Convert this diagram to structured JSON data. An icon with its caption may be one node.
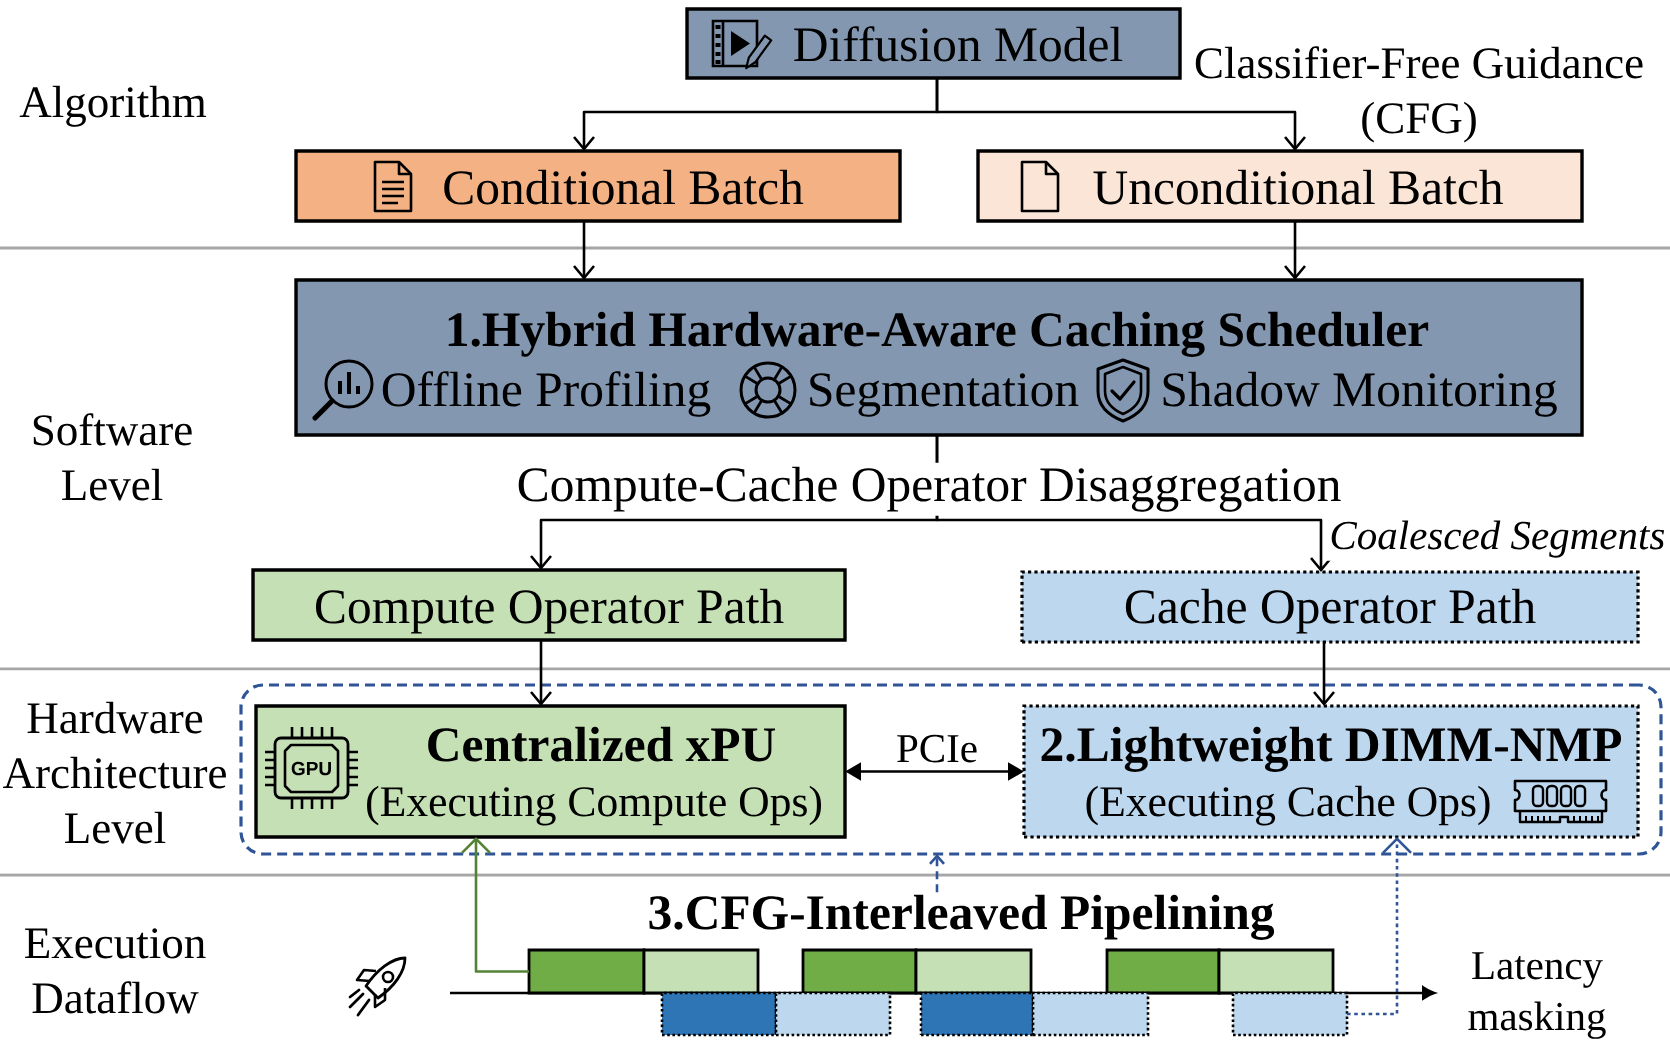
{
  "diagram": {
    "nodes": [
      {
        "text": [
          "Diffusion Model"
        ]
      },
      {
        "text": [
          "Conditional Batch"
        ]
      },
      {
        "text": [
          "Unconditional Batch"
        ]
      },
      {
        "text": [
          "1.Hybrid Hardware-Aware Caching Scheduler",
          "Offline Profiling",
          "Segmentation",
          "Shadow Monitoring"
        ]
      },
      {
        "text": [
          "Compute Operator Path"
        ]
      },
      {
        "text": [
          "Cache Operator Path"
        ]
      },
      {
        "text": [],
        "shape": "box"
      },
      {
        "text": [
          "Centralized xPU",
          "(Executing Compute Ops)",
          "GPU"
        ],
        "in": 6
      },
      {
        "text": [
          "2.Lightweight DIMM-NMP",
          "(Executing Cache Ops)"
        ],
        "in": 6
      },
      {
        "text": [
          "3.CFG-Interleaved Pipelining"
        ]
      },
      {
        "text": [],
        "shape": "bar"
      },
      {
        "text": [],
        "shape": "bar"
      },
      {
        "text": [],
        "shape": "bar"
      },
      {
        "text": [],
        "shape": "bar"
      },
      {
        "text": [],
        "shape": "bar"
      },
      {
        "text": [],
        "shape": "bar"
      },
      {
        "text": [],
        "shape": "bar"
      },
      {
        "text": [],
        "shape": "bar"
      },
      {
        "text": [],
        "shape": "bar"
      },
      {
        "text": [],
        "shape": "bar"
      },
      {
        "text": [],
        "shape": "bar"
      }
    ],
    "edges": [
      {
        "from": 0,
        "to": 1,
        "arrow": "to"
      },
      {
        "from": 0,
        "to": 2,
        "arrow": "to"
      },
      {
        "from": 1,
        "to": 3,
        "arrow": "to"
      },
      {
        "from": 2,
        "to": 3,
        "arrow": "to"
      },
      {
        "from": 3,
        "to": 4,
        "arrow": "to"
      },
      {
        "from": 3,
        "to": 5,
        "arrow": "to",
        "label": "Coalesced Segments"
      },
      {
        "from": 4,
        "to": 7,
        "arrow": "to"
      },
      {
        "from": 5,
        "to": 8,
        "arrow": "to"
      },
      {
        "from": 7,
        "to": 8,
        "arrow": "both",
        "label": "PCIe"
      },
      {
        "from": 10,
        "to": 7,
        "arrow": "to",
        "color": "#548235"
      },
      {
        "from": 9,
        "to": 6,
        "arrow": "to",
        "style": "dashed",
        "color": "#2f5597"
      },
      {
        "from": 20,
        "to": 8,
        "arrow": "to",
        "style": "dashed",
        "color": "#2f5597"
      }
    ],
    "labels": [
      "Algorithm",
      "Classifier-Free Guidance (CFG)",
      "Software Level",
      "Compute-Cache Operator Disaggregation",
      "Hardware Architecture Level",
      "Execution Dataflow",
      "Latency masking"
    ]
  }
}
